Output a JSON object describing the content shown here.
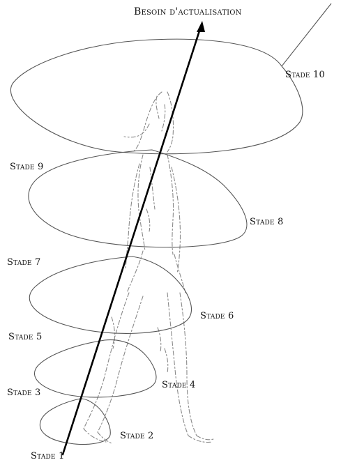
{
  "title": "Besoin d'actualisation",
  "stages": [
    {
      "label": "Stade 1"
    },
    {
      "label": "Stade 2"
    },
    {
      "label": "Stade 3"
    },
    {
      "label": "Stade 4"
    },
    {
      "label": "Stade 5"
    },
    {
      "label": "Stade 6"
    },
    {
      "label": "Stade 7"
    },
    {
      "label": "Stade 8"
    },
    {
      "label": "Stade 9"
    },
    {
      "label": "Stade 10"
    }
  ],
  "colors": {
    "line": "#000000",
    "loop": "#555555",
    "sketch": "#8a8a8a",
    "text": "#111111"
  },
  "icons": {
    "figure": "walking-figure-sketch",
    "arrow": "arrow-up-icon"
  }
}
